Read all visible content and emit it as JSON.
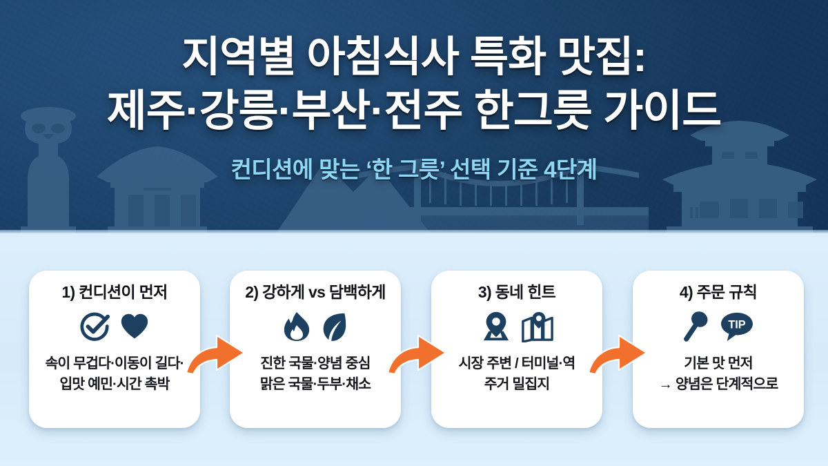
{
  "header": {
    "title_line_1": "지역별 아침식사 특화 맛집:",
    "title_line_2": "제주·강릉·부산·전주 한그릇 가이드",
    "subtitle": "컨디션에 맞는 ‘한 그릇’ 선택 기준 4단계",
    "colors": {
      "background": "#1b4067",
      "title_text": "#ffffff",
      "subtitle_text": "#8fd8f5",
      "silhouette": "#3c6389"
    },
    "silhouettes": [
      "dol-hareubang-statue",
      "hanok-gate",
      "mountain",
      "suspension-bridge",
      "palace-building"
    ]
  },
  "steps": {
    "background_color": "#dceefb",
    "card_color": "#ffffff",
    "icon_color": "#1d4061",
    "arrow_color": "#f2702e",
    "items": [
      {
        "title": "1) 컨디션이 먼저",
        "icons": [
          "check-circle-icon",
          "heart-icon"
        ],
        "description": "속이 무겁다·이동이 길다·\n입맛 예민·시간 촉박"
      },
      {
        "title": "2) 강하게 vs 담백하게",
        "icons": [
          "flame-icon",
          "leaf-icon"
        ],
        "description": "진한 국물·양념 중심\n맑은 국물·두부·채소"
      },
      {
        "title": "3) 동네 힌트",
        "icons": [
          "location-pin-icon",
          "folded-map-icon"
        ],
        "description": "시장 주변 / 터미널·역\n주거 밀집지"
      },
      {
        "title": "4) 주문 규칙",
        "icons": [
          "spoon-icon",
          "tip-speech-bubble-icon"
        ],
        "description": "기본 맛 먼저\n→ 양념은 단계적으로"
      }
    ],
    "arrows": [
      "arrow-step1-to-step2",
      "arrow-step2-to-step3",
      "arrow-step3-to-step4"
    ],
    "tip_badge_label": "TIP"
  }
}
